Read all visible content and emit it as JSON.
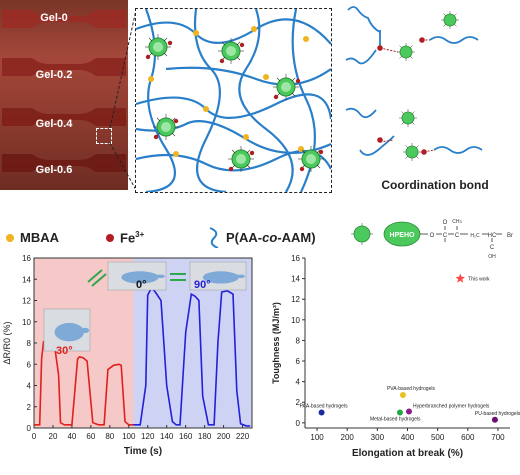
{
  "photo": {
    "labels": [
      "Gel-0",
      "Gel-0.2",
      "Gel-0.4",
      "Gel-0.6"
    ]
  },
  "coordination_title": "Coordination bond",
  "legend": {
    "mbaa": "MBAA",
    "fe_ion": "Fe",
    "fe_sup": "3+",
    "polymer_prefix": "P(AA-",
    "polymer_co": "co",
    "polymer_suffix": "-AAM)",
    "hpeho": "HPEHO",
    "br": "Br",
    "oh": "OH",
    "ch3": "CH",
    "ch3sub": "3"
  },
  "colors": {
    "polymer": "#2a7fc9",
    "mbaa": "#f0b41e",
    "fe": "#b01e24",
    "hpeho": "#3fbf52",
    "red_region": "#f6c9c9",
    "blue_region": "#cfd3f3",
    "red_line": "#e0201c",
    "blue_line": "#2420d9",
    "green_arrow": "#2ea84a"
  },
  "chart_data": [
    {
      "type": "line",
      "xlabel": "Time (s)",
      "ylabel": "ΔR/R0 (%)",
      "xlim": [
        0,
        230
      ],
      "ylim": [
        0,
        16
      ],
      "xticks": [
        "0",
        "20",
        "40",
        "60",
        "80",
        "100",
        "120",
        "140",
        "160",
        "180",
        "200",
        "220"
      ],
      "yticks": [
        "0",
        "2",
        "4",
        "6",
        "8",
        "10",
        "12",
        "14",
        "16"
      ],
      "annotations": [
        "30°",
        "0°",
        "90°"
      ],
      "series": [
        {
          "color": "#e0201c",
          "x": [
            0,
            6,
            8,
            10,
            12,
            17,
            22,
            26,
            28,
            32,
            36,
            40,
            46,
            48,
            52,
            56,
            62,
            68,
            70,
            74,
            78,
            84,
            90,
            92,
            96,
            100,
            105
          ],
          "y": [
            0.3,
            0.3,
            6.5,
            8.1,
            8.0,
            7.9,
            7.5,
            5.0,
            0.5,
            0.3,
            0.3,
            0.3,
            6.5,
            6.7,
            6.6,
            6.3,
            0.5,
            0.3,
            0.3,
            0.3,
            5.5,
            5.9,
            6.0,
            5.9,
            0.6,
            0.3,
            0.3
          ]
        },
        {
          "color": "#2420d9",
          "x": [
            105,
            112,
            118,
            120,
            124,
            128,
            134,
            140,
            146,
            150,
            154,
            160,
            166,
            170,
            174,
            178,
            184,
            190,
            194,
            198,
            204,
            210,
            214,
            218,
            224,
            228
          ],
          "y": [
            0.3,
            0.3,
            4,
            12.5,
            13.2,
            12.8,
            12.0,
            4.0,
            0.6,
            0.3,
            0.3,
            9,
            12.6,
            12.4,
            12.0,
            3.0,
            0.3,
            0.3,
            8,
            12.8,
            12.9,
            12.6,
            3.5,
            0.4,
            0.2,
            0.2
          ]
        }
      ]
    },
    {
      "type": "scatter",
      "xlabel": "Elongation at break (%)",
      "ylabel": "Toughness (MJ/m³)",
      "xlim": [
        60,
        740
      ],
      "ylim": [
        -0.5,
        16
      ],
      "xticks": [
        100,
        200,
        300,
        400,
        500,
        600,
        700
      ],
      "yticks": [
        0,
        2,
        4,
        6,
        8,
        10,
        12,
        14,
        16
      ],
      "points": [
        {
          "label": "This work",
          "x": 575,
          "y": 14.0,
          "color": "#ff4a4a",
          "shape": "star"
        },
        {
          "label": "PVA-based hydrogels",
          "x": 385,
          "y": 2.7,
          "color": "#e8c11c",
          "shape": "circle"
        },
        {
          "label": "Hyperbranched polymer hydrogels",
          "x": 405,
          "y": 1.1,
          "color": "#8b1c8f",
          "shape": "circle"
        },
        {
          "label": "Metal-based hydrogels",
          "x": 375,
          "y": 1.0,
          "color": "#22a843",
          "shape": "circle"
        },
        {
          "label": "PAA-based hydrogels",
          "x": 115,
          "y": 1.0,
          "color": "#1c2b9e",
          "shape": "circle"
        },
        {
          "label": "PU-based hydrogels",
          "x": 690,
          "y": 0.3,
          "color": "#6b1070",
          "shape": "circle"
        }
      ]
    }
  ]
}
